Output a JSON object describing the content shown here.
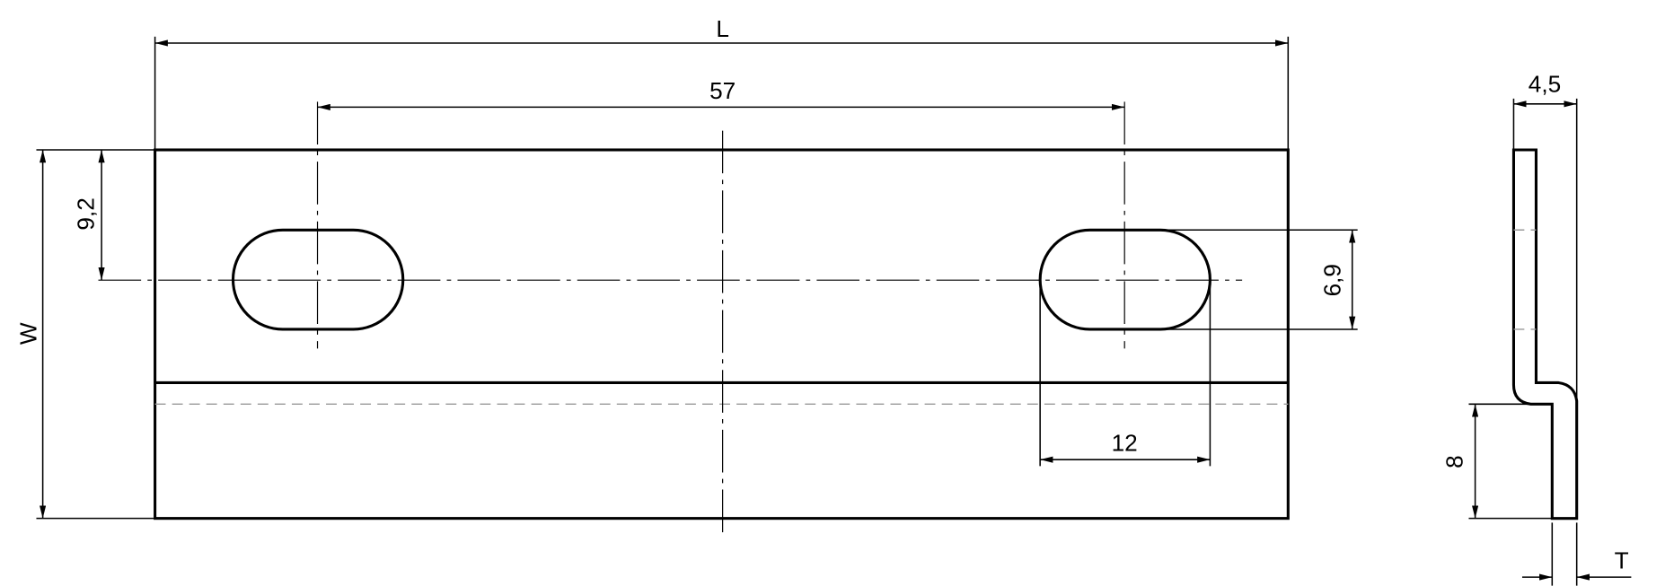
{
  "drawing": {
    "front_view": {
      "length_label": "L",
      "width_label": "W",
      "slot_spacing": "57",
      "slot_offset": "9,2",
      "slot_width": "6,9",
      "slot_length": "12"
    },
    "side_view": {
      "depth": "4,5",
      "leg_height": "8",
      "thickness_label": "T"
    }
  }
}
